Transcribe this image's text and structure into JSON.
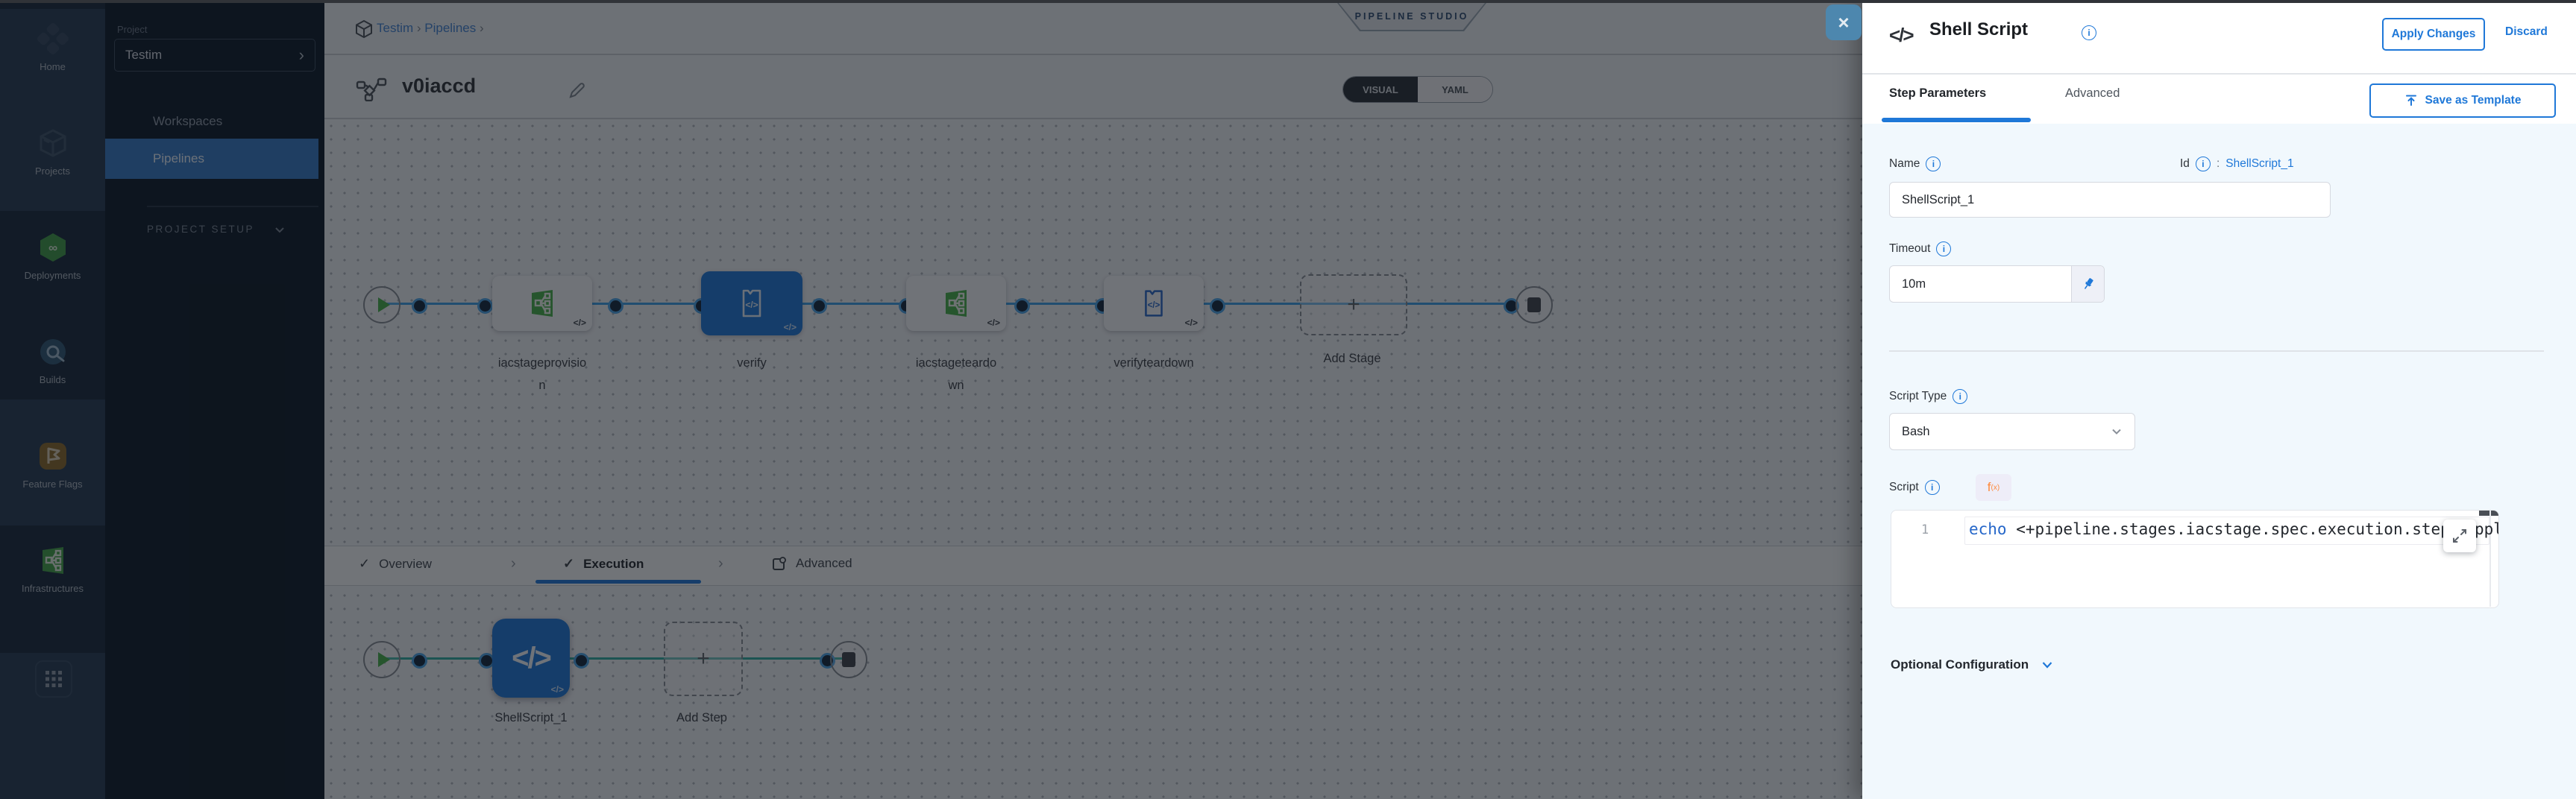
{
  "icons": {
    "close": "×",
    "chev_right": "›",
    "check": "✓",
    "plus": "+",
    "code": "</>",
    "colon": ":"
  },
  "rail": {
    "items": [
      {
        "label": "Home"
      },
      {
        "label": "Projects"
      },
      {
        "label": "Deployments"
      },
      {
        "label": "Builds"
      },
      {
        "label": "Feature Flags"
      },
      {
        "label": "Infrastructures"
      }
    ]
  },
  "sidenav": {
    "project_label": "Project",
    "project_name": "Testim",
    "workspaces": "Workspaces",
    "pipelines": "Pipelines",
    "section_label": "PROJECT SETUP"
  },
  "breadcrumb": {
    "item1": "Testim",
    "item2": "Pipelines"
  },
  "pipeline": {
    "studio_badge": "PIPELINE STUDIO",
    "name": "v0iaccd",
    "toggle_visual": "VISUAL",
    "toggle_yaml": "YAML",
    "stages": [
      {
        "line1": "iacstageprovisio",
        "line2": "n",
        "type": "infra"
      },
      {
        "line1": "verify",
        "line2": "",
        "type": "custom-selected"
      },
      {
        "line1": "iacstageteardo",
        "line2": "wn",
        "type": "infra"
      },
      {
        "line1": "verifyteardown",
        "line2": "",
        "type": "custom"
      }
    ],
    "add_stage": "Add Stage"
  },
  "stage_tabs": {
    "overview": "Overview",
    "execution": "Execution",
    "advanced": "Advanced"
  },
  "execution": {
    "step_name": "ShellScript_1",
    "add_step": "Add Step"
  },
  "drawer": {
    "title": "Shell Script",
    "apply": "Apply Changes",
    "discard": "Discard",
    "tab_step_parameters": "Step Parameters",
    "tab_advanced": "Advanced",
    "save_as_template": "Save as Template",
    "form": {
      "name_label": "Name",
      "name_value": "ShellScript_1",
      "id_label": "Id",
      "id_separator": ":",
      "id_value": "ShellScript_1",
      "timeout_label": "Timeout",
      "timeout_value": "10m",
      "script_type_label": "Script Type",
      "script_type_value": "Bash",
      "script_label": "Script",
      "fx": "f",
      "fx_sub": "(x)",
      "line_number": "1",
      "code_keyword": "echo",
      "code_rest": " <+pipeline.stages.iacstage.spec.execution.step",
      "code_overflow_fragment": "ppl",
      "optional_configuration": "Optional Configuration"
    }
  },
  "colors": {
    "accent": "#0278d5",
    "selected_stage": "#1e78d8",
    "infra_green": "#46b048",
    "connector_blue": "#3aa0e8",
    "connector_teal": "#2fae9f",
    "close_btn": "#4d87ae"
  }
}
